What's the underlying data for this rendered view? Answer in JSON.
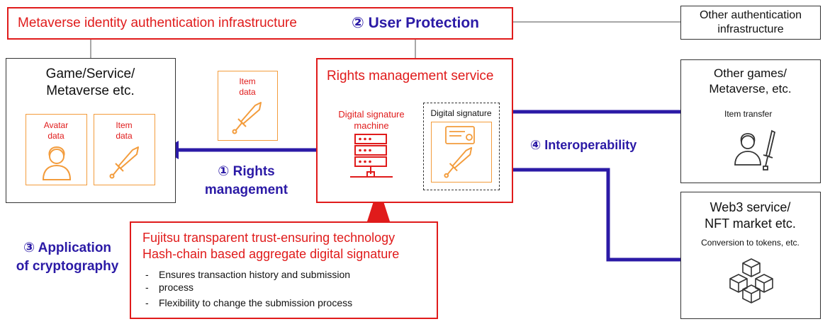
{
  "infra": {
    "metaverse_label": "Metaverse identity authentication infrastructure",
    "user_protection": "② User Protection",
    "other_infra_line1": "Other authentication",
    "other_infra_line2": "infrastructure"
  },
  "game_service": {
    "title_line1": "Game/Service/",
    "title_line2": "Metaverse etc.",
    "avatar_label_line1": "Avatar",
    "avatar_label_line2": "data",
    "item_label_line1": "Item",
    "item_label_line2": "data"
  },
  "floating_item": {
    "label_line1": "Item",
    "label_line2": "data"
  },
  "rights_management": {
    "title": "Rights management service",
    "machine_line1": "Digital signature",
    "machine_line2": "machine",
    "signature_label": "Digital signature"
  },
  "labels": {
    "rights_mgmt_line1": "① Rights",
    "rights_mgmt_line2": "management",
    "interoperability": "④ Interoperability",
    "crypto_line1": "③ Application",
    "crypto_line2": "of cryptography"
  },
  "fujitsu": {
    "title_line1": "Fujitsu transparent trust-ensuring technology",
    "title_line2": "Hash-chain based aggregate digital signature",
    "bullets": [
      "Ensures transaction history and submission",
      "process",
      "Flexibility to change the submission process"
    ]
  },
  "other_games": {
    "title_line1": "Other games/",
    "title_line2": "Metaverse, etc.",
    "caption": "Item transfer"
  },
  "web3": {
    "title_line1": "Web3 service/",
    "title_line2": "NFT market etc.",
    "caption": "Conversion to tokens, etc."
  },
  "colors": {
    "red": "#e01b1b",
    "navy": "#2b1aa6",
    "orange": "#f39c3c",
    "gray": "#8a8a8a"
  }
}
